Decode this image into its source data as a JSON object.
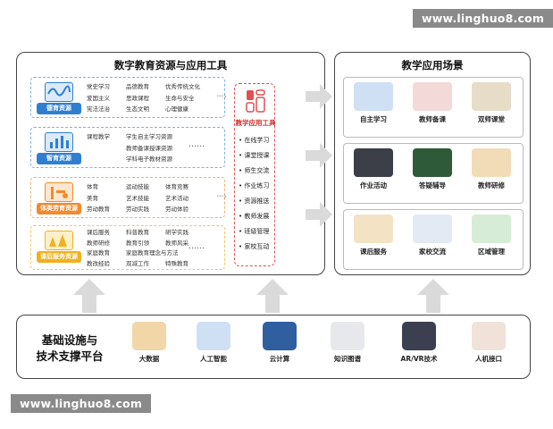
{
  "watermark_top": "www.linghuo8.com",
  "watermark_bottom": "www.linghuo8.com",
  "left_panel": {
    "title": "数字教育资源与应用工具",
    "resources": [
      {
        "label": "德育资源",
        "color": "#2f7fd0",
        "rows": [
          [
            "党史学习",
            "品德教育",
            "优秀传统文化"
          ],
          [
            "爱国主义",
            "思政课程",
            "生命与安全"
          ],
          [
            "宪法法治",
            "生态文明",
            "心理健康"
          ]
        ]
      },
      {
        "label": "智育资源",
        "color": "#2f7fd0",
        "rows": [
          [
            "课程教学",
            "学生自主学习资源"
          ],
          [
            "",
            "教师备课授课资源"
          ],
          [
            "",
            "学科电子教材资源"
          ]
        ]
      },
      {
        "label": "体美劳育资源",
        "color": "#f08a2c",
        "rows": [
          [
            "体育",
            "运动技能",
            "体育竞赛"
          ],
          [
            "美育",
            "艺术技能",
            "艺术活动"
          ],
          [
            "劳动教育",
            "劳动实践",
            "劳动体验"
          ]
        ]
      },
      {
        "label": "课后服务资源",
        "color": "#f0b020",
        "rows": [
          [
            "课后服务",
            "科普教育",
            "研学实践"
          ],
          [
            "教师研修",
            "教育引领",
            "教师风采"
          ],
          [
            "家庭教育",
            "家庭教育理念与方法",
            ""
          ],
          [
            "教改经验",
            "双减工作",
            "特殊教育"
          ]
        ]
      }
    ],
    "ellipsis": "……",
    "tools": {
      "title": "教学应用工具",
      "items": [
        "在线学习",
        "课堂授课",
        "师生交流",
        "作业练习",
        "资源推送",
        "教师发展",
        "班级管理",
        "家校互动"
      ]
    }
  },
  "right_panel": {
    "title": "教学应用场景",
    "groups": [
      [
        "自主学习",
        "教师备课",
        "双师课堂"
      ],
      [
        "作业活动",
        "答疑辅导",
        "教师研修"
      ],
      [
        "课后服务",
        "家校交流",
        "区域管理"
      ]
    ]
  },
  "base": {
    "title_line1": "基础设施与",
    "title_line2": "技术支撑平台",
    "items": [
      "大数据",
      "人工智能",
      "云计算",
      "知识图谱",
      "AR/VR技术",
      "人机接口"
    ]
  },
  "colors": {
    "blue": "#2f7fd0",
    "orange": "#f08a2c",
    "yellow": "#f0b020",
    "red": "#d03030",
    "arrow": "#d8d8d8"
  }
}
